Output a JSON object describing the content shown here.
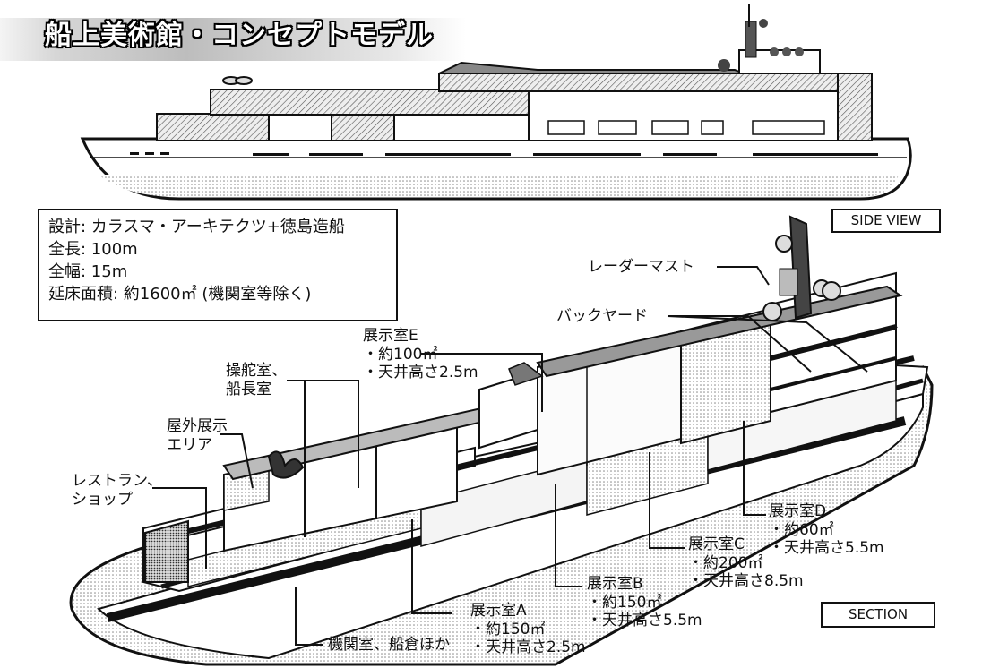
{
  "title": "船上美術館・コンセプトモデル",
  "specs": {
    "design": "設計: カラスマ・アーキテクツ+徳島造船",
    "length": "全長: 100m",
    "width": "全幅: 15m",
    "floor_area": "延床面積: 約1600㎡ (機関室等除く)"
  },
  "views": {
    "side": "SIDE VIEW",
    "section": "SECTION"
  },
  "labels": {
    "radar_mast": "レーダーマスト",
    "backyard": "バックヤード",
    "room_e": {
      "name": "展示室E",
      "area": "・約100㎡",
      "ceiling": "・天井高さ2.5m"
    },
    "bridge": {
      "line1": "操舵室、",
      "line2": "船長室"
    },
    "outdoor": {
      "line1": "屋外展示",
      "line2": "エリア"
    },
    "restaurant": {
      "line1": "レストラン、",
      "line2": "ショップ"
    },
    "room_d": {
      "name": "展示室D",
      "area": "・約60㎡",
      "ceiling": "・天井高さ5.5m"
    },
    "room_c": {
      "name": "展示室C",
      "area": "・約200㎡",
      "ceiling": "・天井高さ8.5m"
    },
    "room_b": {
      "name": "展示室B",
      "area": "・約150㎡",
      "ceiling": "・天井高さ5.5m"
    },
    "room_a": {
      "name": "展示室A",
      "area": "・約150㎡",
      "ceiling": "・天井高さ2.5m"
    },
    "engine": "機関室、船倉ほか"
  }
}
